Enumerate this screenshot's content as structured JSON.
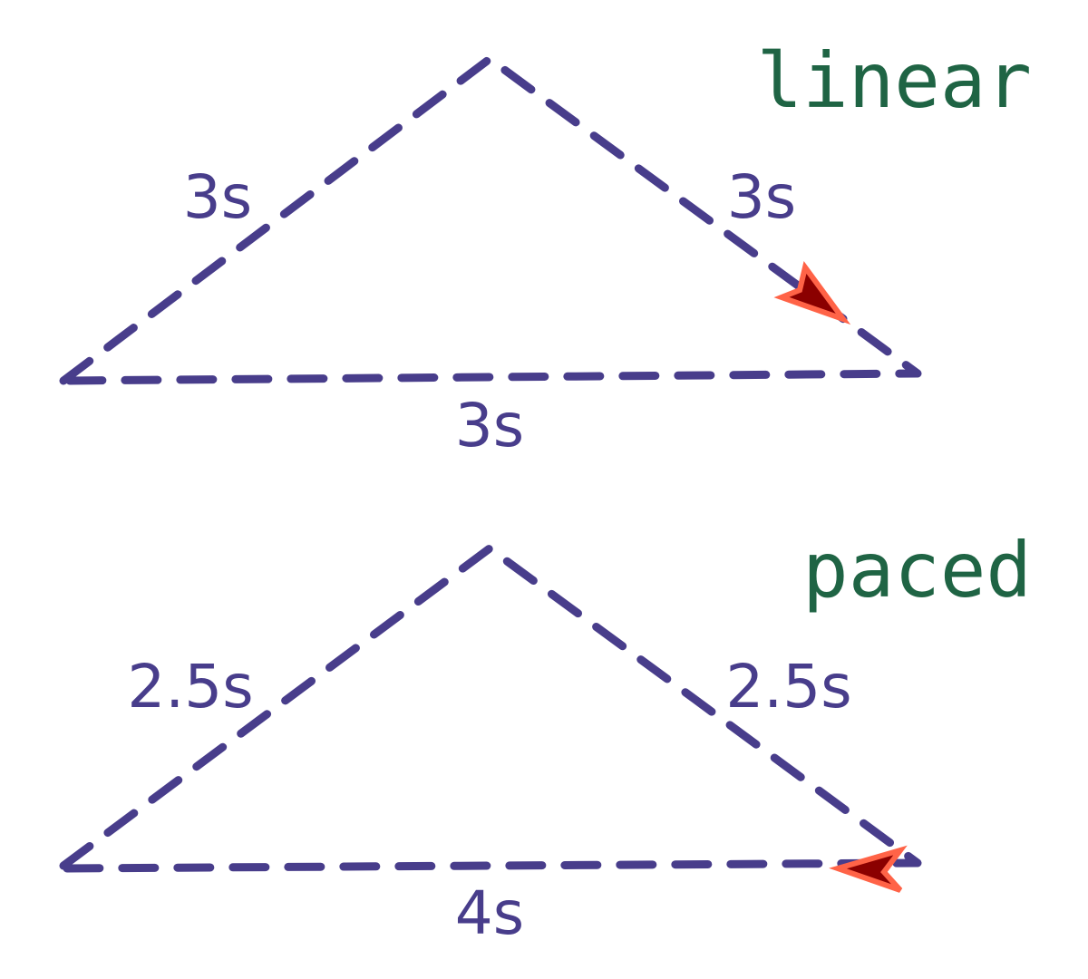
{
  "colors": {
    "path": "#483D8B",
    "title": "#1F6444",
    "label": "#483D8B",
    "marker_fill": "#8B0000",
    "marker_stroke": "#FF6347"
  },
  "panels": [
    {
      "title": "linear",
      "segments": {
        "left": "3s",
        "right": "3s",
        "bottom": "3s"
      }
    },
    {
      "title": "paced",
      "segments": {
        "left": "2.5s",
        "right": "2.5s",
        "bottom": "4s"
      }
    }
  ]
}
